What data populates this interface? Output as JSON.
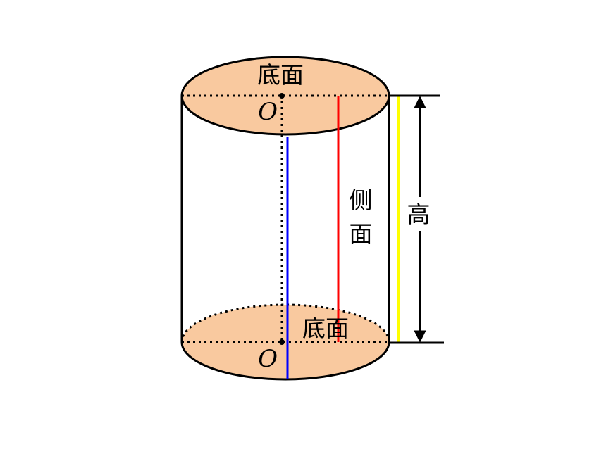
{
  "diagram": {
    "top_base_label": "底面",
    "bottom_base_label": "底面",
    "top_center_label": "O",
    "bottom_center_label": "O",
    "lateral_label_char1": "侧",
    "lateral_label_char2": "面",
    "height_label": "高"
  },
  "colors": {
    "base_fill": "#F9C99F",
    "outline": "#000000",
    "axis_line": "#0000FF",
    "generatrix_line": "#FF0000",
    "height_marker_line": "#FFFF00",
    "background": "#FFFFFF"
  }
}
